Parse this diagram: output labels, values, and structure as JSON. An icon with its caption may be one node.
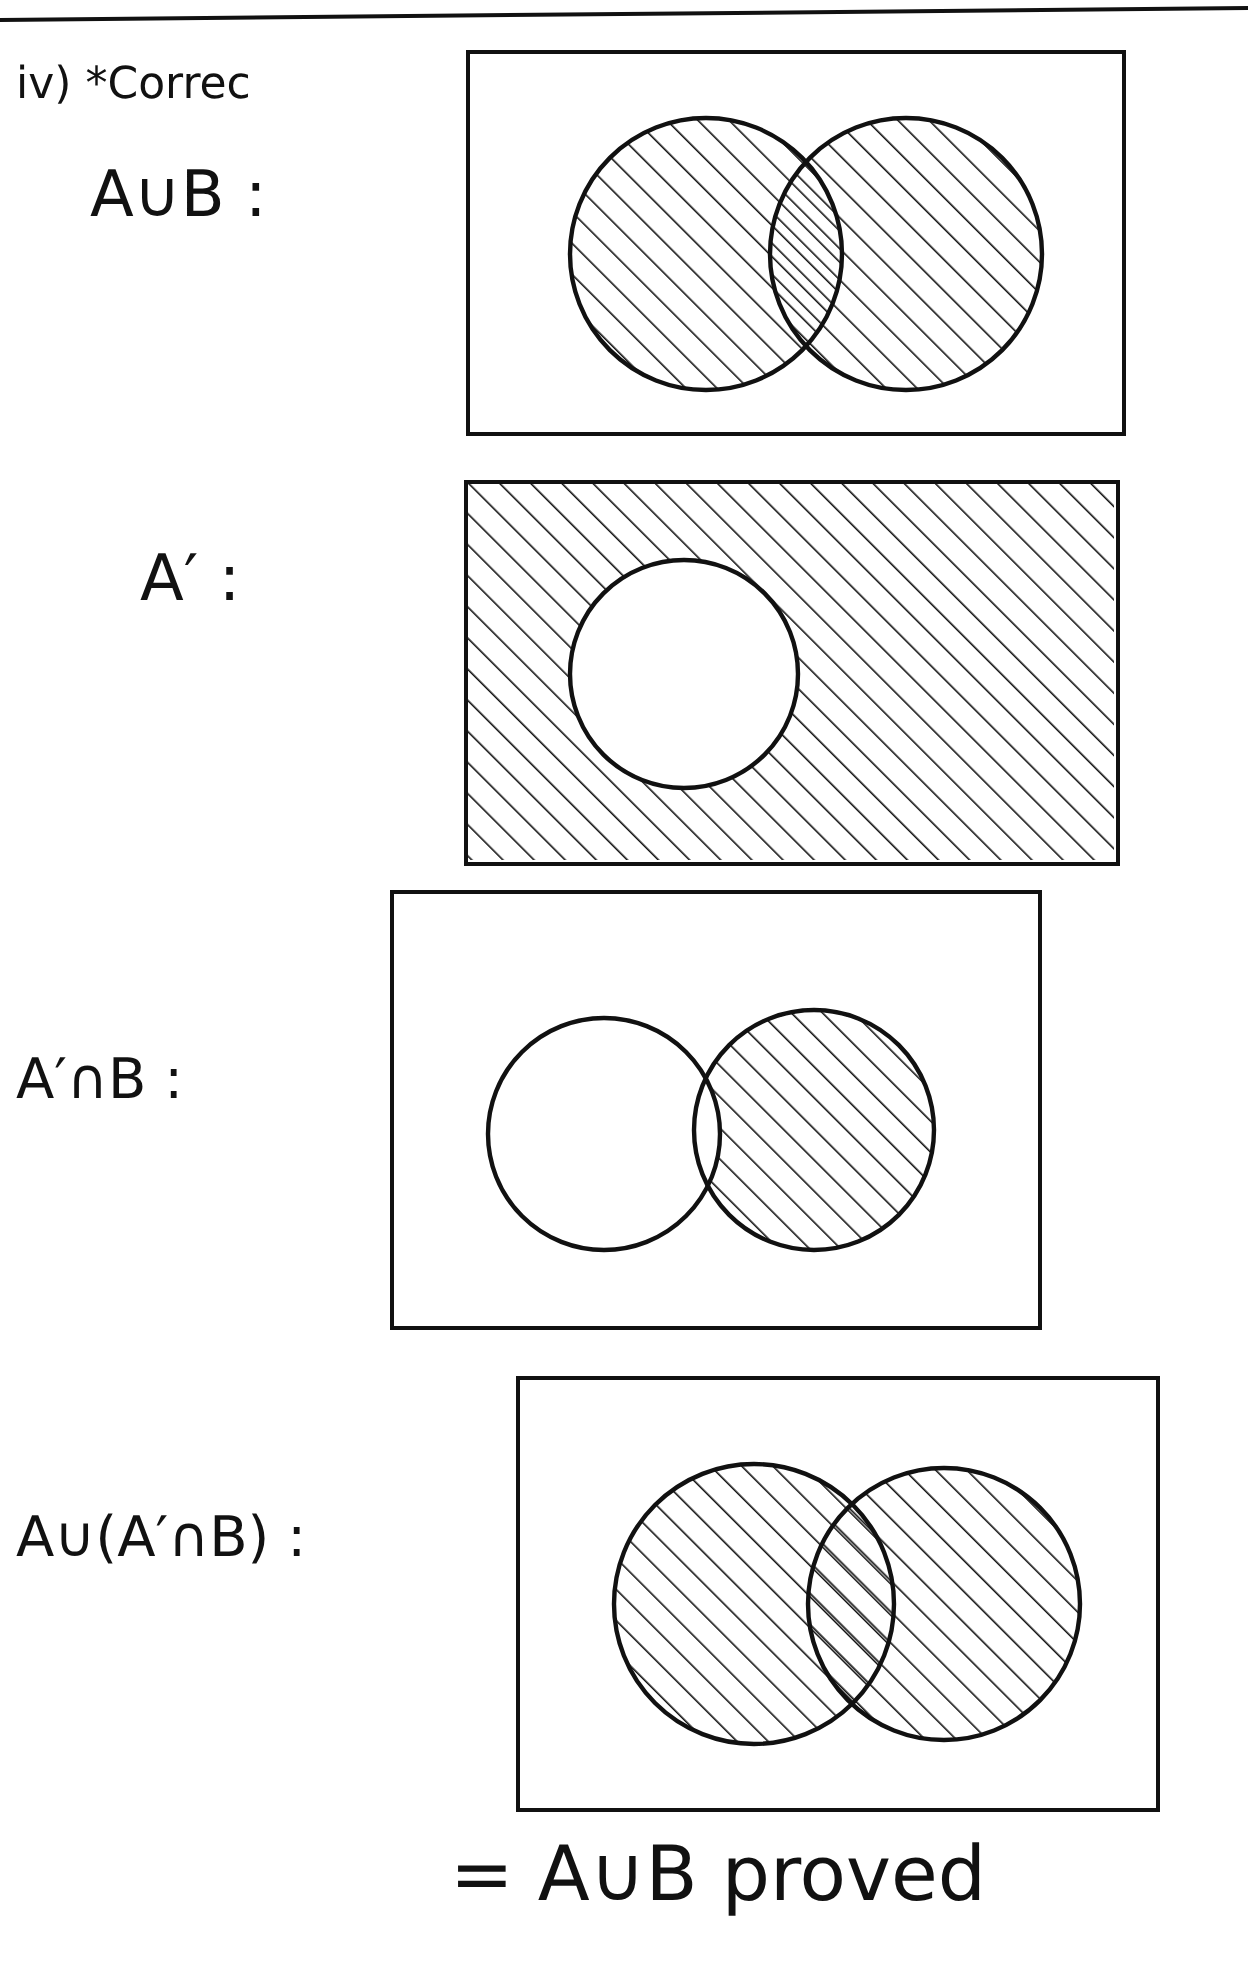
{
  "diagram": {
    "nodes": [
      {
        "text": [],
        "shape": "box",
        "beside": [
          "A∪B :"
        ]
      },
      {
        "text": [],
        "shape": "circle",
        "in": 0
      },
      {
        "text": [],
        "shape": "circle",
        "in": 0
      },
      {
        "text": [],
        "shape": "box",
        "beside": [
          "A′ :"
        ]
      },
      {
        "text": [],
        "shape": "circle",
        "in": 3
      },
      {
        "text": [],
        "shape": "box",
        "beside": [
          "A′∩B :"
        ]
      },
      {
        "text": [],
        "shape": "circle",
        "in": 5
      },
      {
        "text": [],
        "shape": "circle",
        "in": 5
      },
      {
        "text": [],
        "shape": "box",
        "beside": [
          "A∪(A′∩B) :"
        ]
      },
      {
        "text": [],
        "shape": "circle",
        "in": 8
      },
      {
        "text": [],
        "shape": "circle",
        "in": 8
      }
    ],
    "labels": [
      "iv) *Correc",
      "= A∪B proved"
    ]
  }
}
